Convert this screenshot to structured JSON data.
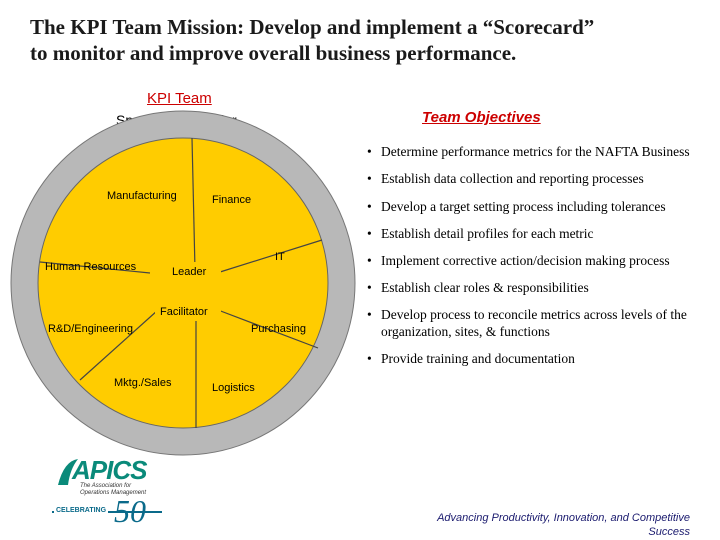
{
  "title": {
    "line1": "The KPI Team Mission: Develop and implement a “Scorecard”",
    "line2": "to monitor and improve overall business performance."
  },
  "team": {
    "heading": "KPI Team",
    "sponsor": "Sponsor: Controller"
  },
  "wheel": {
    "labels": {
      "manufacturing": "Manufacturing",
      "finance": "Finance",
      "it": "IT",
      "human_resources": "Human Resources",
      "leader": "Leader",
      "facilitator": "Facilitator",
      "rd_engineering": "R&D/Engineering",
      "purchasing": "Purchasing",
      "mktg_sales": "Mktg./Sales",
      "logistics": "Logistics"
    },
    "colors": {
      "outer_ring": "#b8b8b8",
      "inner_fill": "#ffcc00"
    }
  },
  "objectives": {
    "heading": "Team Objectives",
    "items": [
      "Determine performance metrics for the NAFTA Business",
      "Establish data collection and reporting processes",
      "Develop a target setting process including tolerances",
      "Establish detail profiles for each metric",
      "Implement corrective action/decision making process",
      "Establish clear roles & responsibilities",
      "Develop process to reconcile metrics across levels of the organization, sites, & functions",
      "Provide training and documentation"
    ]
  },
  "logo": {
    "name": "APICS",
    "subtitle": "The Association for Operations Management",
    "celebrating": "CELEBRATING",
    "number": "50"
  },
  "footer": {
    "line1": "Advancing Productivity, Innovation, and Competitive",
    "line2": "Success"
  }
}
